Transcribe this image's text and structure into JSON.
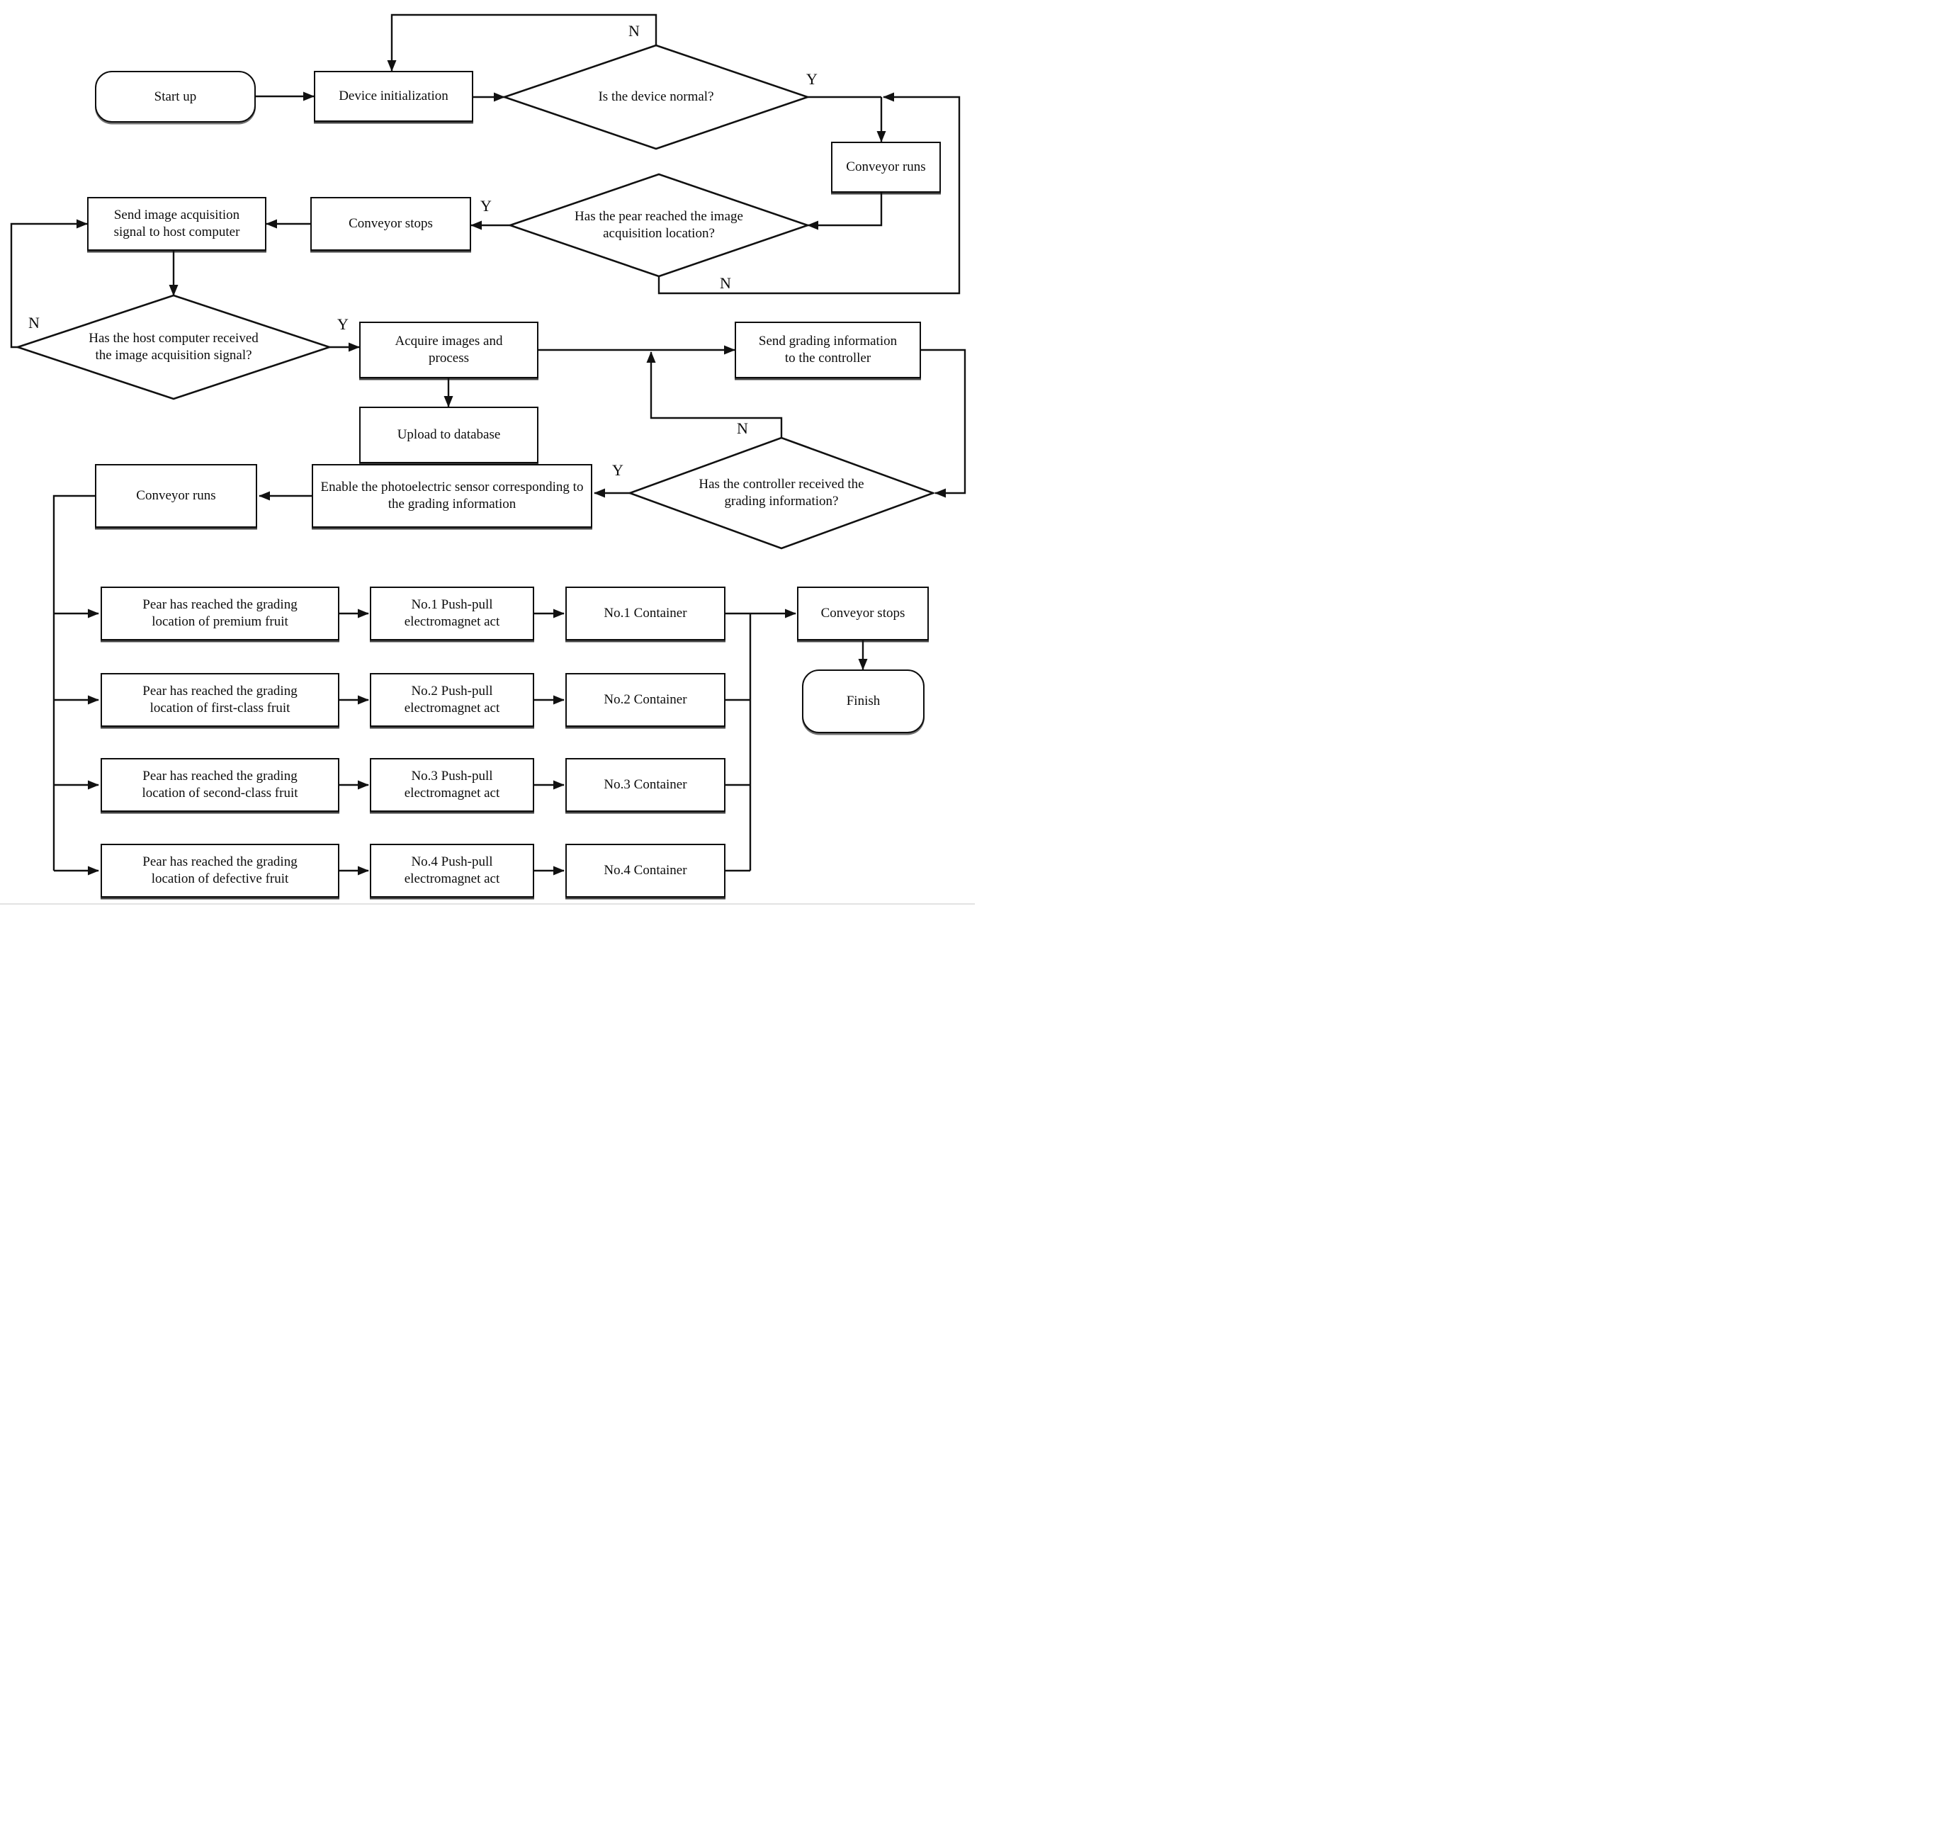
{
  "figure": {
    "background": "#ffffff",
    "line_color": "#111111",
    "bottom_rule_color": "#d9d9d9"
  },
  "nodes": {
    "start": {
      "label": "Start up"
    },
    "device_init": {
      "label": "Device initialization"
    },
    "device_normal": {
      "label": "Is the device normal?"
    },
    "conveyor_runs_top": {
      "label": "Conveyor runs"
    },
    "pear_reached": {
      "label": "Has the pear reached the image acquisition location?"
    },
    "conveyor_stops_top": {
      "label": "Conveyor stops"
    },
    "send_signal": {
      "label": "Send image acquisition signal to host computer"
    },
    "host_received": {
      "label": "Has the host computer received the image acquisition signal?"
    },
    "acquire_images": {
      "label": "Acquire images and process"
    },
    "send_grading": {
      "label": "Send grading information to the controller"
    },
    "upload_db": {
      "label": "Upload to database"
    },
    "controller_received": {
      "label": "Has the controller received the grading information?"
    },
    "enable_sensor": {
      "label": "Enable the photoelectric sensor corresponding to the grading information"
    },
    "conveyor_runs_mid": {
      "label": "Conveyor runs"
    },
    "conveyor_stops_bottom": {
      "label": "Conveyor stops"
    },
    "finish": {
      "label": "Finish"
    }
  },
  "grading_rows": [
    {
      "reach": "Pear has reached the grading location of premium fruit",
      "magnet": "No.1 Push-pull electromagnet act",
      "container": "No.1 Container"
    },
    {
      "reach": "Pear has reached the grading location of first-class fruit",
      "magnet": "No.2 Push-pull electromagnet act",
      "container": "No.2 Container"
    },
    {
      "reach": "Pear has reached the grading location of second-class fruit",
      "magnet": "No.3 Push-pull electromagnet act",
      "container": "No.3 Container"
    },
    {
      "reach": "Pear has reached the grading location of defective fruit",
      "magnet": "No.4 Push-pull electromagnet act",
      "container": "No.4 Container"
    }
  ],
  "branch_labels": {
    "device_normal_n": "N",
    "device_normal_y": "Y",
    "pear_reached_y": "Y",
    "pear_reached_n": "N",
    "host_received_n": "N",
    "host_received_y": "Y",
    "controller_received_n": "N",
    "controller_received_y": "Y"
  }
}
